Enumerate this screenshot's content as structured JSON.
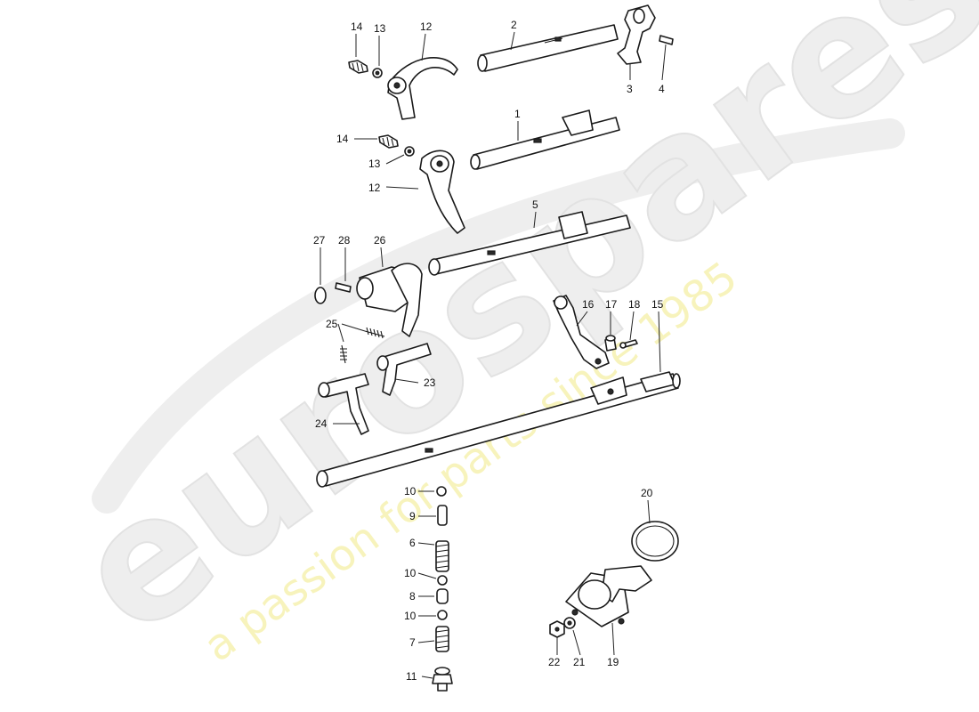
{
  "watermark": {
    "brand": "eurospares",
    "tagline": "a passion for parts since 1985"
  },
  "callouts": {
    "c1": "1",
    "c2": "2",
    "c3": "3",
    "c4": "4",
    "c5": "5",
    "c6": "6",
    "c7": "7",
    "c8": "8",
    "c9": "9",
    "c10a": "10",
    "c10b": "10",
    "c10c": "10",
    "c11": "11",
    "c12a": "12",
    "c12b": "12",
    "c13a": "13",
    "c13b": "13",
    "c14a": "14",
    "c14b": "14",
    "c15": "15",
    "c16": "16",
    "c17": "17",
    "c18": "18",
    "c19": "19",
    "c20": "20",
    "c21": "21",
    "c22": "22",
    "c23": "23",
    "c24": "24",
    "c25": "25",
    "c26": "26",
    "c27": "27",
    "c28": "28"
  }
}
